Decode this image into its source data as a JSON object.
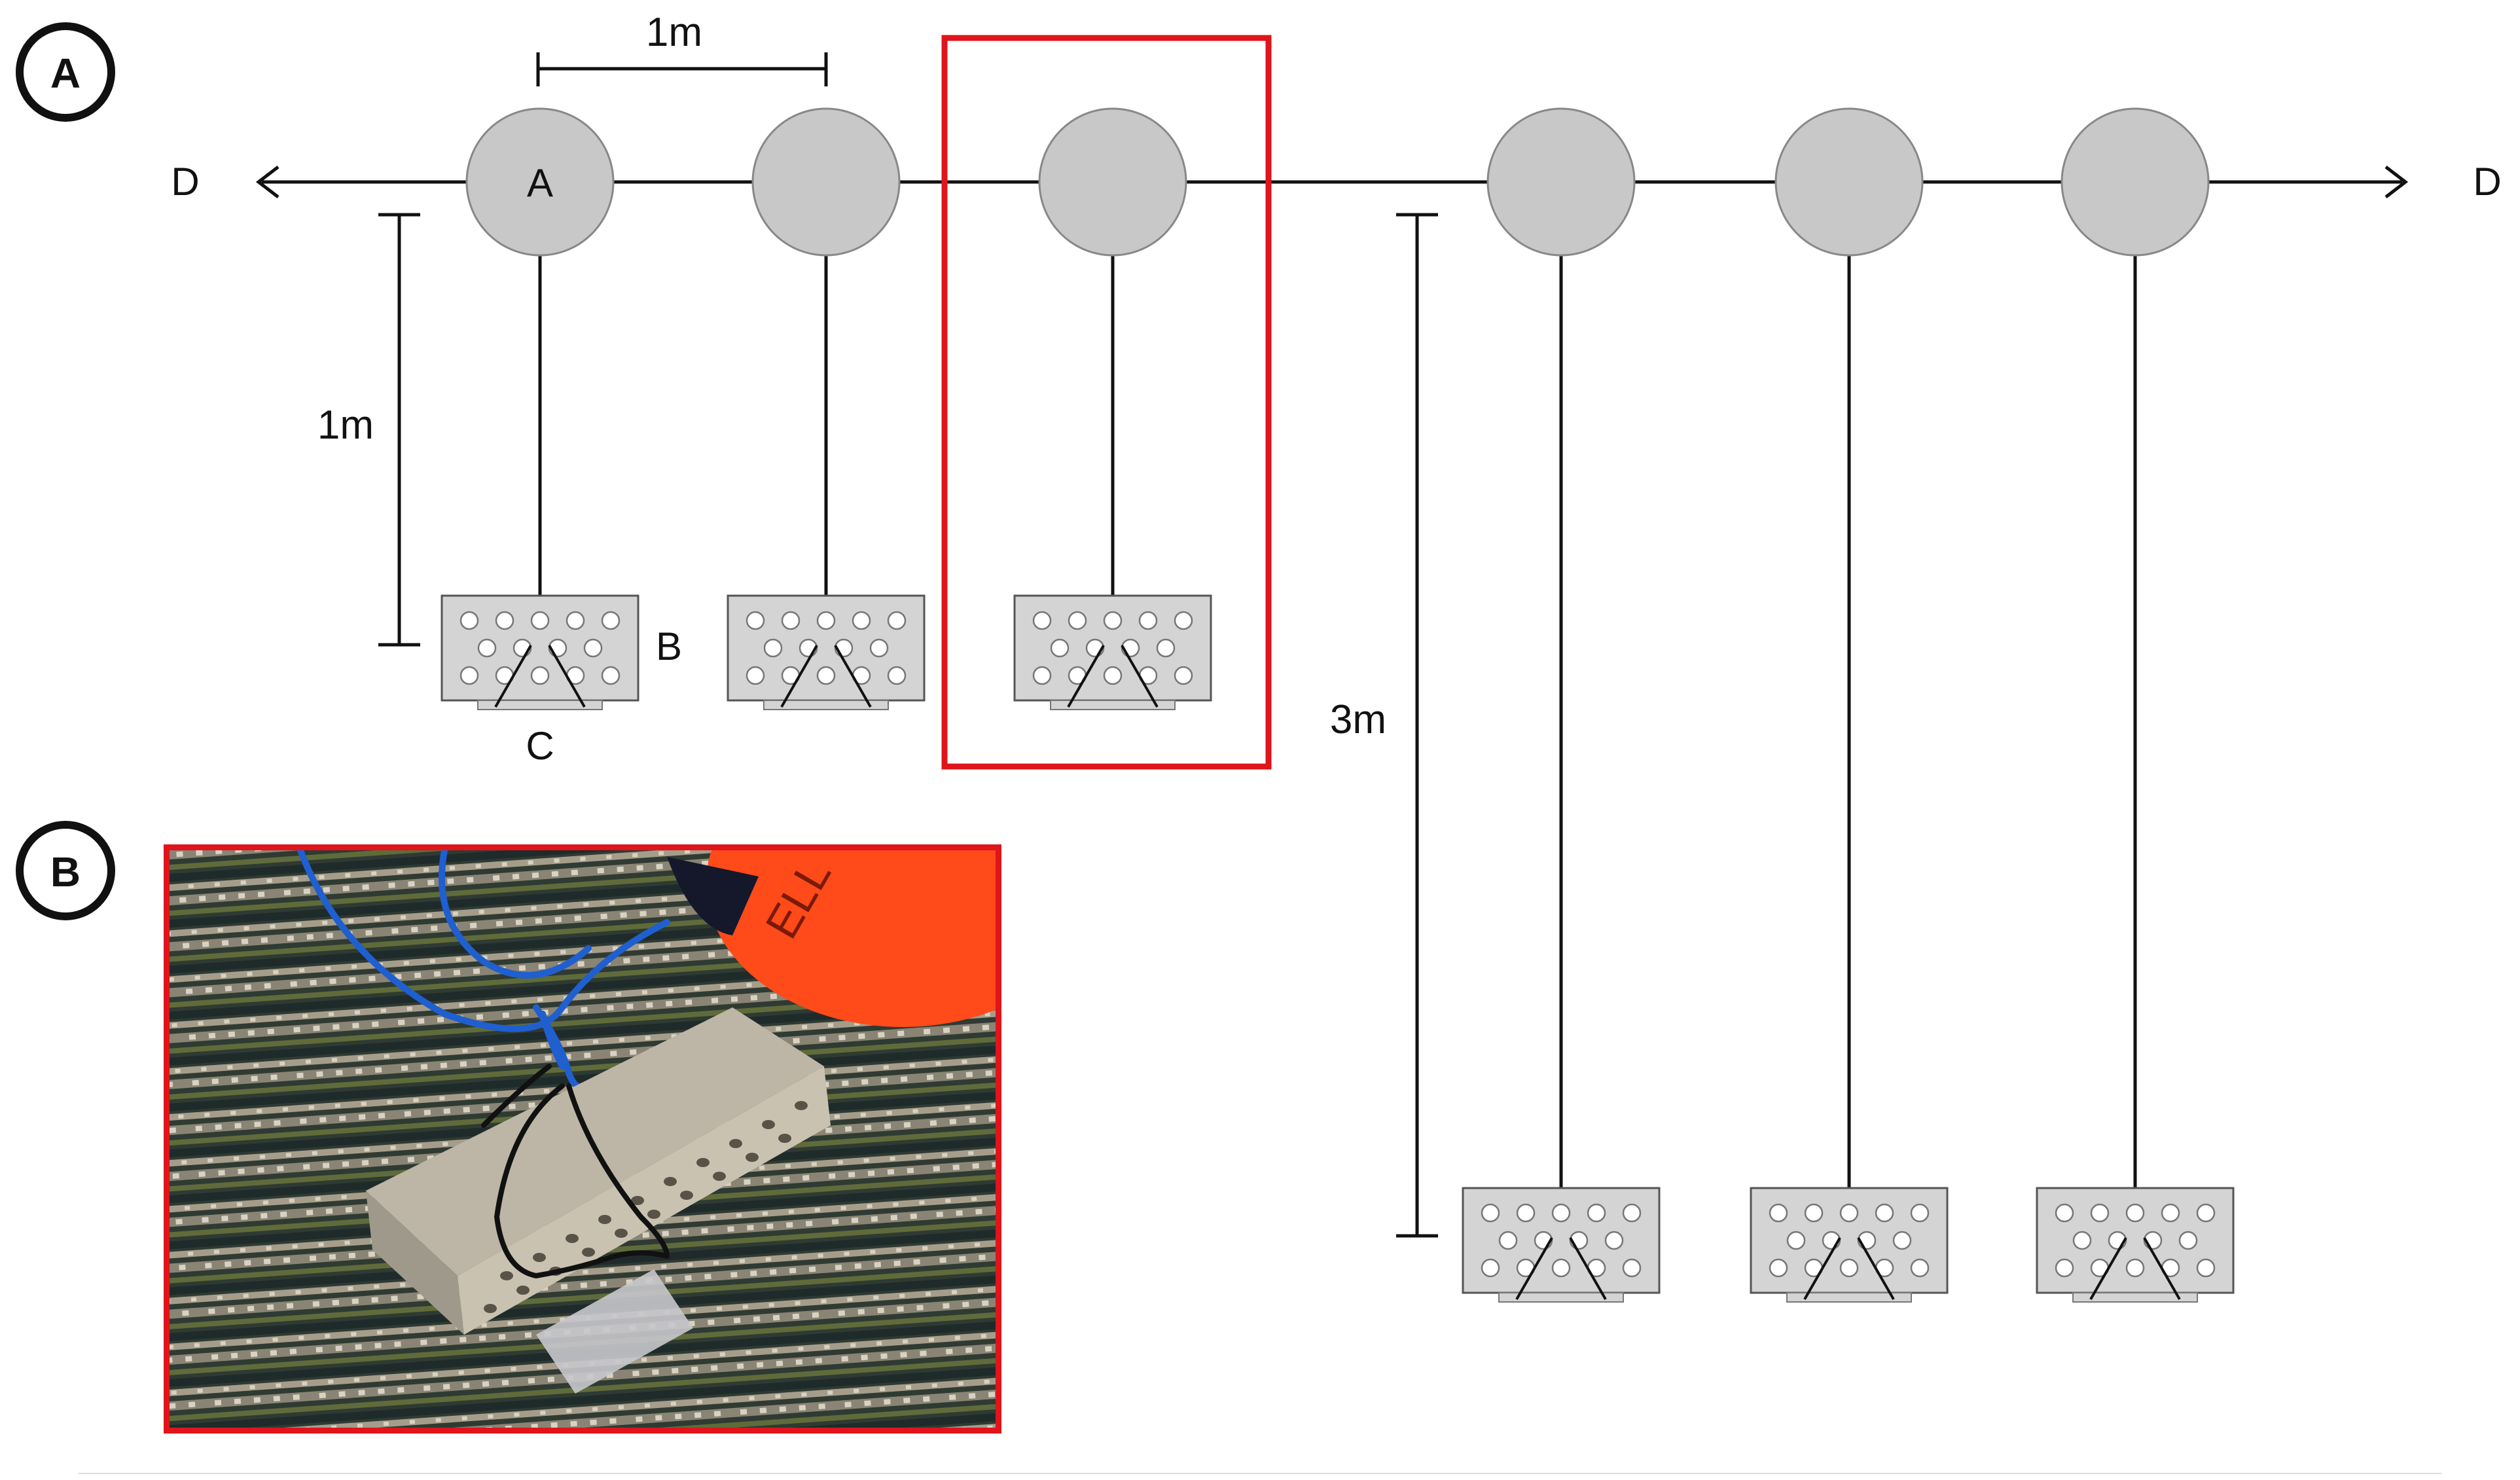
{
  "panels": {
    "a": {
      "letter": "A"
    },
    "b": {
      "letter": "B"
    }
  },
  "labels": {
    "spacing_horizontal": "1m",
    "depth_short": "1m",
    "depth_long": "3m",
    "buoy_label": "A",
    "brick_label": "B",
    "tile_label": "C",
    "direction_left": "D",
    "direction_right": "D"
  },
  "photo": {
    "buoy_text": "ELL"
  },
  "colors": {
    "buoy_fill": "#c8c8c8",
    "brick_fill": "#d4d4d4",
    "highlight": "#e0141b",
    "line": "#111111",
    "photo_buoy": "#ff4a1a",
    "photo_rope": "#1f5fd0"
  },
  "icons": {
    "panel_badge": "circle-badge",
    "direction_arrow": "arrow-icon"
  }
}
